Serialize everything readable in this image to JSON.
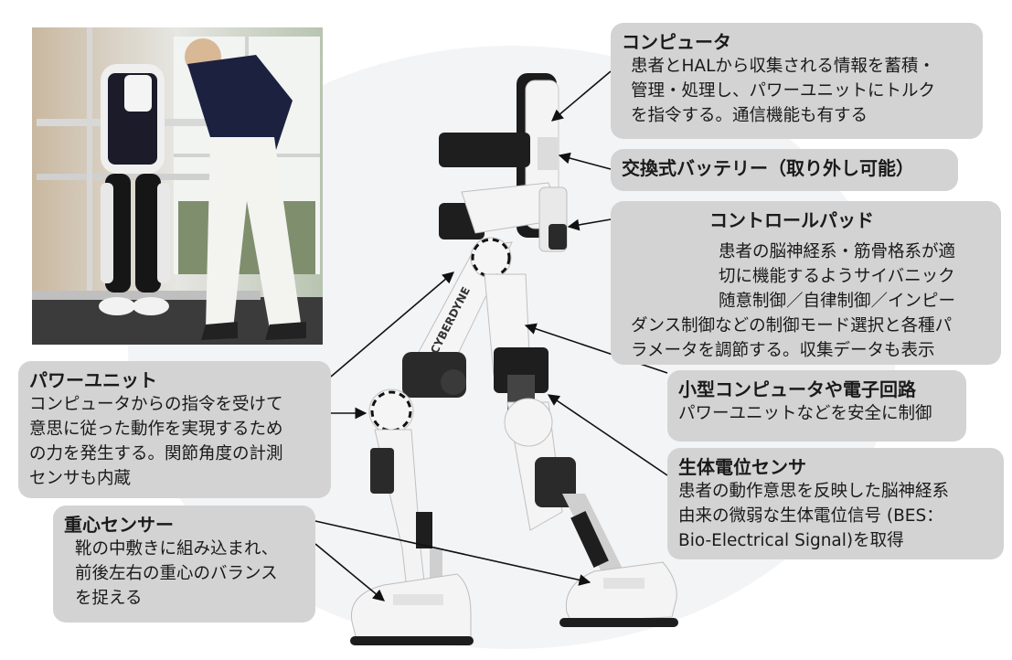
{
  "callouts": {
    "computer": {
      "title": "コンピュータ",
      "lines": [
        "患者とHALから収集される情報を蓄積・",
        "管理・処理し、パワーユニットにトルク",
        "を指令する。通信機能も有する"
      ]
    },
    "battery": {
      "title": "交換式バッテリー（取り外し可能）"
    },
    "control_pad": {
      "title": "コントロールパッド",
      "lines": [
        "患者の脳神経系・筋骨格系が適",
        "切に機能するようサイバニック",
        "随意制御／自律制御／インピー",
        "ダンス制御などの制御モード選択と各種パ",
        "ラメータを調節する。収集データも表示"
      ]
    },
    "power_unit": {
      "title": "パワーユニット",
      "lines": [
        "コンピュータからの指令を受けて",
        "意思に従った動作を実現するため",
        "の力を発生する。関節角度の計測",
        "センサも内蔵"
      ]
    },
    "small_computer": {
      "title": "小型コンピュータや電子回路",
      "lines": [
        "パワーユニットなどを安全に制御"
      ]
    },
    "bio_sensor": {
      "title": "生体電位センサ",
      "lines": [
        "患者の動作意思を反映した脳神経系",
        "由来の微弱な生体電位信号 (BES：",
        "Bio-Electrical Signal)を取得"
      ]
    },
    "cog_sensor": {
      "title": "重心センサー",
      "lines": [
        "靴の中敷きに組み込まれ、",
        "前後左右の重心のバランス",
        "を捉える"
      ]
    }
  },
  "robot_brand": "CYBERDYNE",
  "colors": {
    "callout_bg": "#d3d3d3",
    "text": "#1a1a1a",
    "robot_white": "#f4f4f4",
    "robot_dark": "#1e1e1e"
  }
}
